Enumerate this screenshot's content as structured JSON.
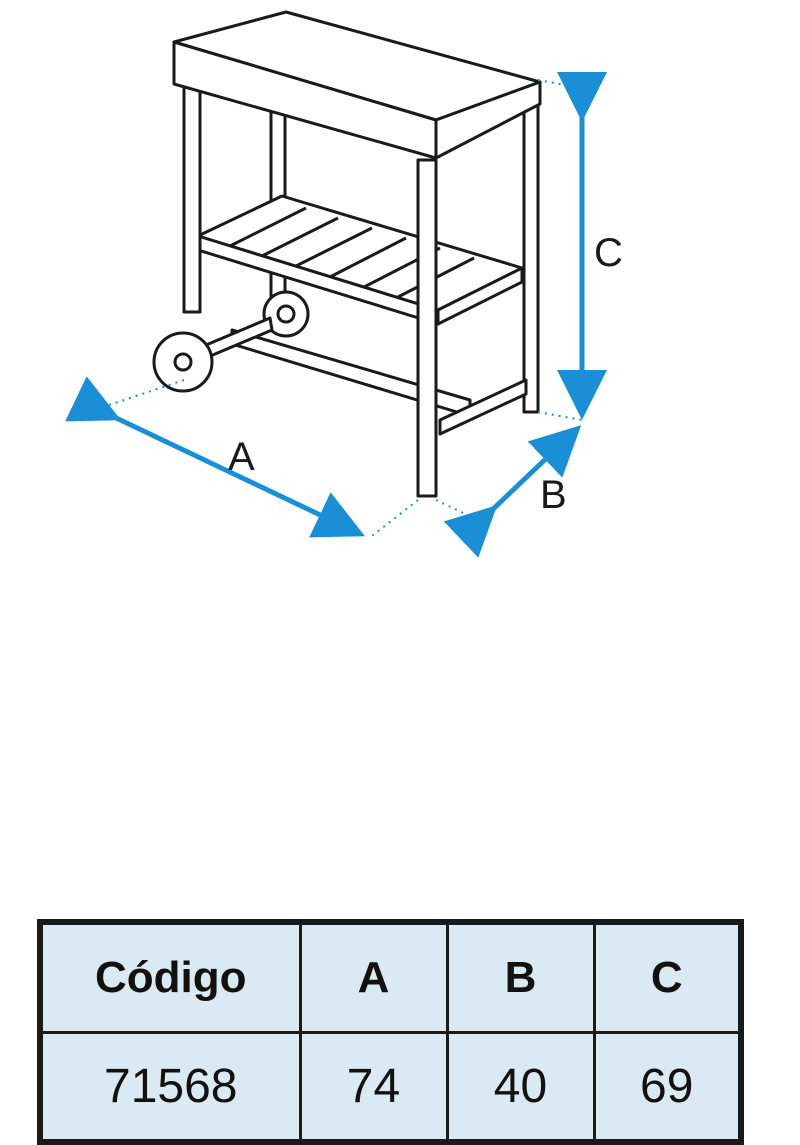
{
  "labels": {
    "a": "A",
    "b": "B",
    "c": "C"
  },
  "colors": {
    "arrow": "#1b8fd6",
    "line": "#1a1a1a",
    "table_fill": "#dbe9f3"
  },
  "table": {
    "headers": [
      "Código",
      "A",
      "B",
      "C"
    ],
    "row": [
      "71568",
      "74",
      "40",
      "69"
    ]
  }
}
